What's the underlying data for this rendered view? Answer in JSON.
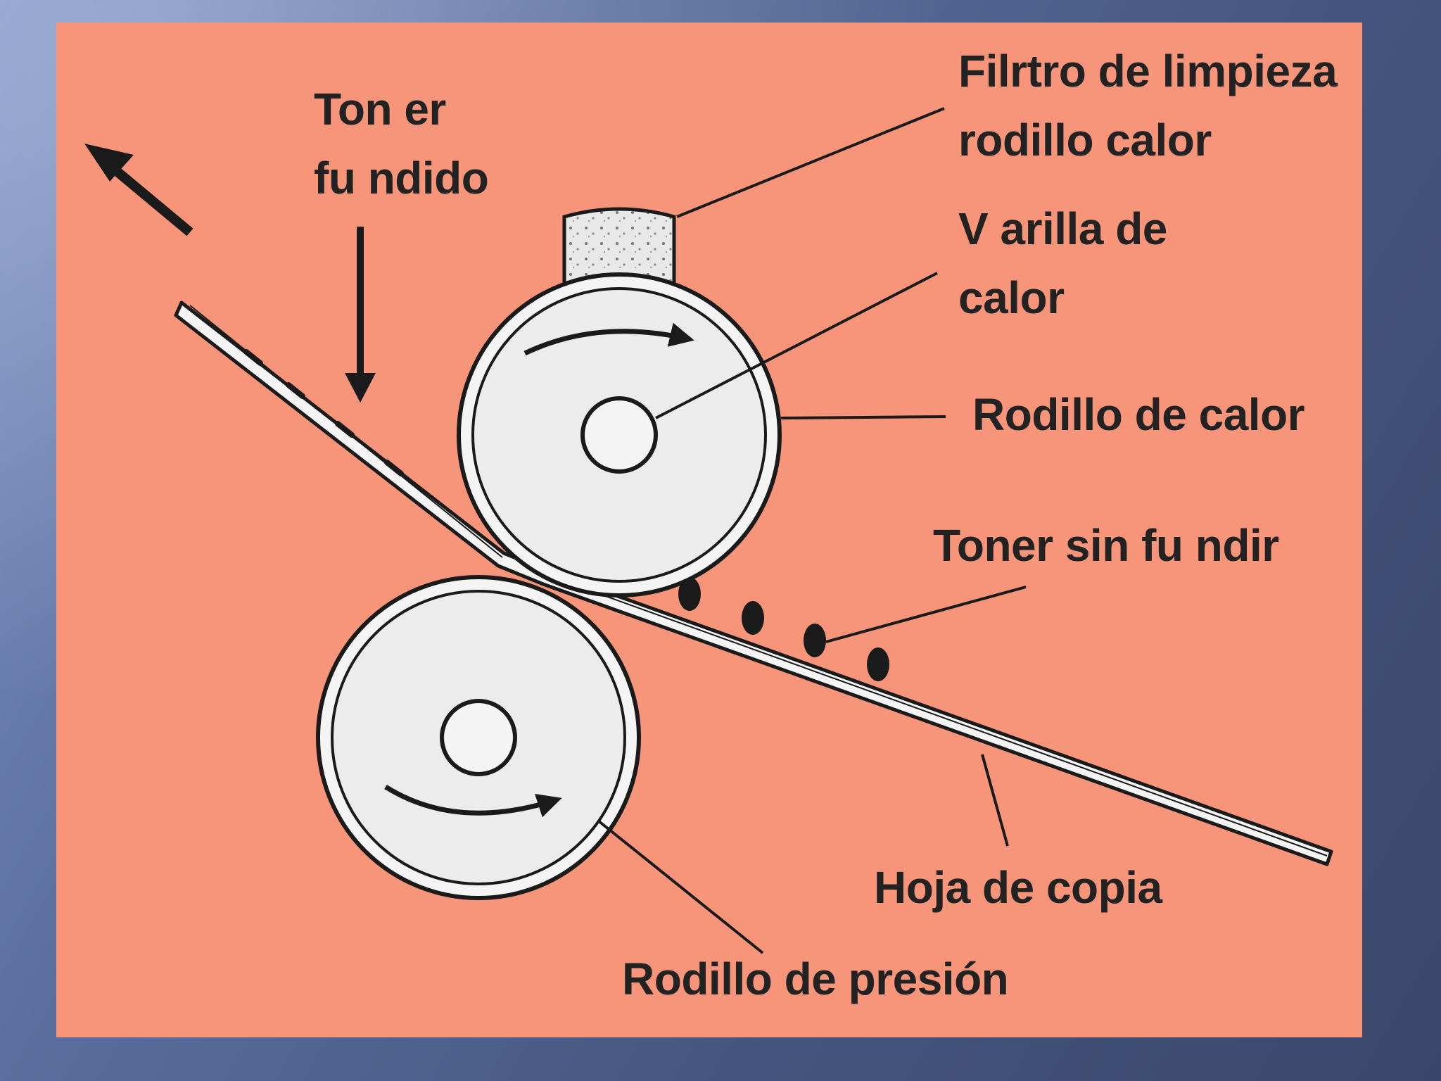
{
  "diagram": {
    "labels": {
      "toner_fundido": [
        "Ton er",
        "fu ndido"
      ],
      "filtro_limpieza": [
        "Filrtro de limpieza",
        "rodillo calor"
      ],
      "varilla_calor": [
        "V arilla de",
        "calor"
      ],
      "rodillo_calor": "Rodillo de calor",
      "toner_sin_fundir": "Toner sin fu ndir",
      "hoja_copia": "Hoja de copia",
      "rodillo_presion": "Rodillo de presión"
    },
    "colors": {
      "panel_background": "#f6957a",
      "roller_fill": "#ececec",
      "ink": "#1a1a1a"
    },
    "icons": {
      "exit_arrow": "arrow-up-left-icon",
      "toner_arrow": "arrow-down-icon",
      "rotation": "curved-arrow-right-icon"
    }
  }
}
